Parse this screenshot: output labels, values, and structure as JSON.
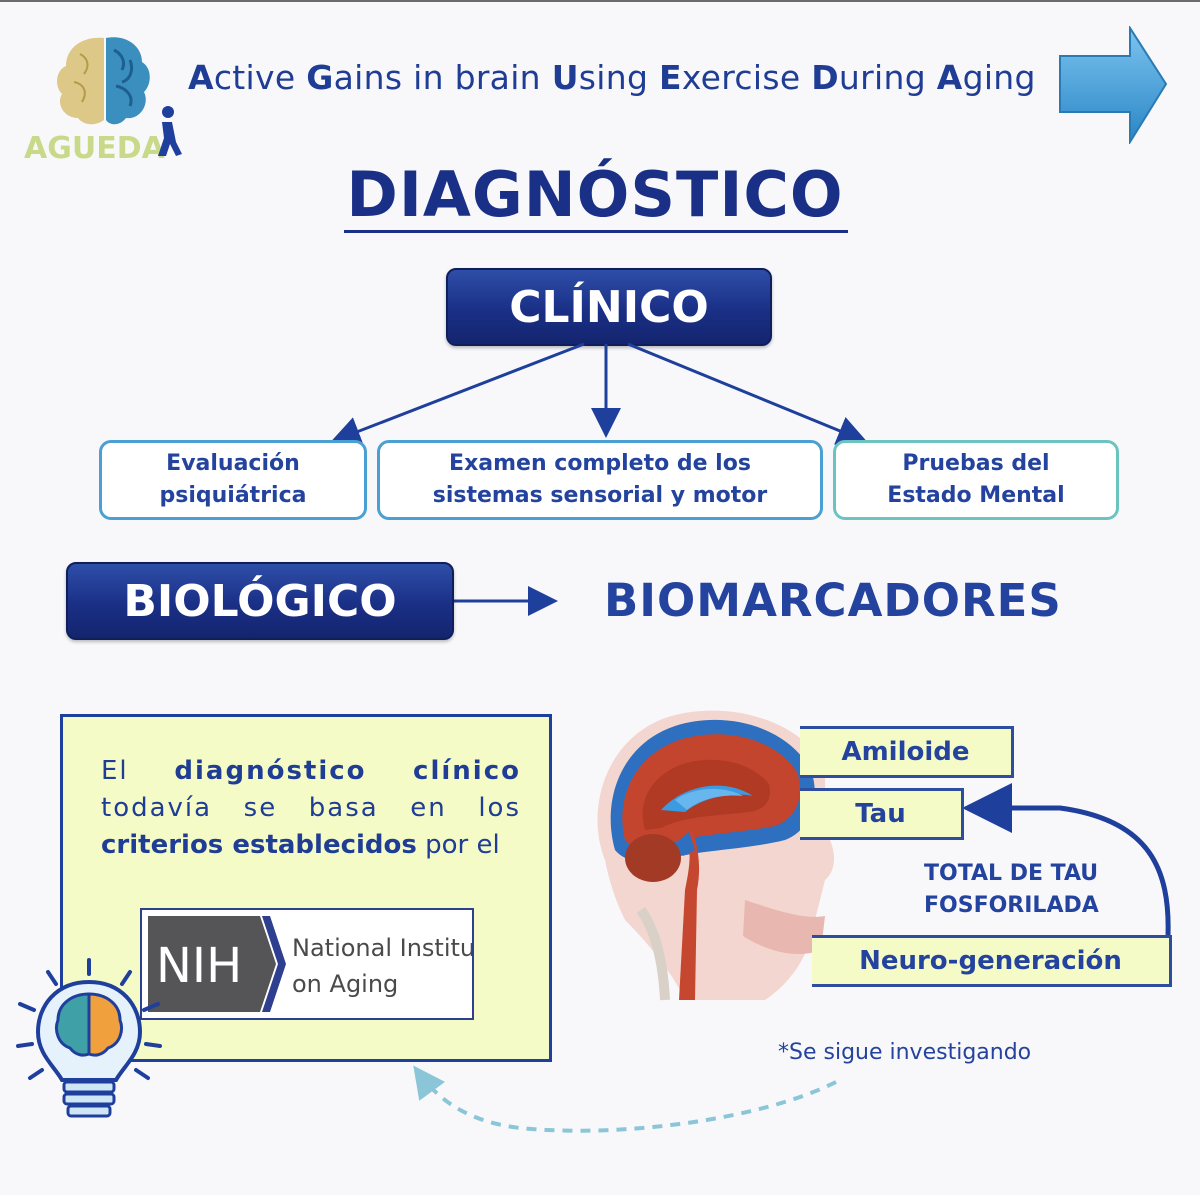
{
  "header": {
    "logo_text": "AGUEDA",
    "tagline_parts": [
      {
        "cap": "A",
        "rest": "ctive "
      },
      {
        "cap": "G",
        "rest": "ains in brain "
      },
      {
        "cap": "U",
        "rest": "sing "
      },
      {
        "cap": "E",
        "rest": "xercise "
      },
      {
        "cap": "D",
        "rest": "uring "
      },
      {
        "cap": "A",
        "rest": "ging"
      }
    ]
  },
  "title": "DIAGNÓSTICO",
  "clinico": {
    "label": "CLÍNICO",
    "items": [
      {
        "line1": "Evaluación",
        "line2": "psiquiátrica"
      },
      {
        "line1": "Examen completo de los",
        "line2": "sistemas sensorial y motor"
      },
      {
        "line1": "Pruebas del",
        "line2": "Estado Mental"
      }
    ]
  },
  "biologico": {
    "label": "BIOLÓGICO",
    "target": "BIOMARCADORES"
  },
  "info": {
    "w1": "El",
    "w2": "diagnóstico clínico",
    "l2": "todavía se basa en los",
    "l3b": "criterios establecidos",
    "l3r": " por el"
  },
  "nih": {
    "abbr": "NIH",
    "name_line1": "National Institute",
    "name_line2": "on Aging"
  },
  "biomarkers": {
    "amiloide": "Amiloide",
    "tau": "Tau",
    "total_tau_line1": "TOTAL DE TAU",
    "total_tau_line2": "FOSFORILADA",
    "neuro": "Neuro-generación"
  },
  "footnote": "*Se sigue investigando",
  "colors": {
    "navy": "#1a2f86",
    "text_blue": "#24439e",
    "panel_yellow": "#f4fbc6",
    "box_border": "#4aa0d2"
  }
}
